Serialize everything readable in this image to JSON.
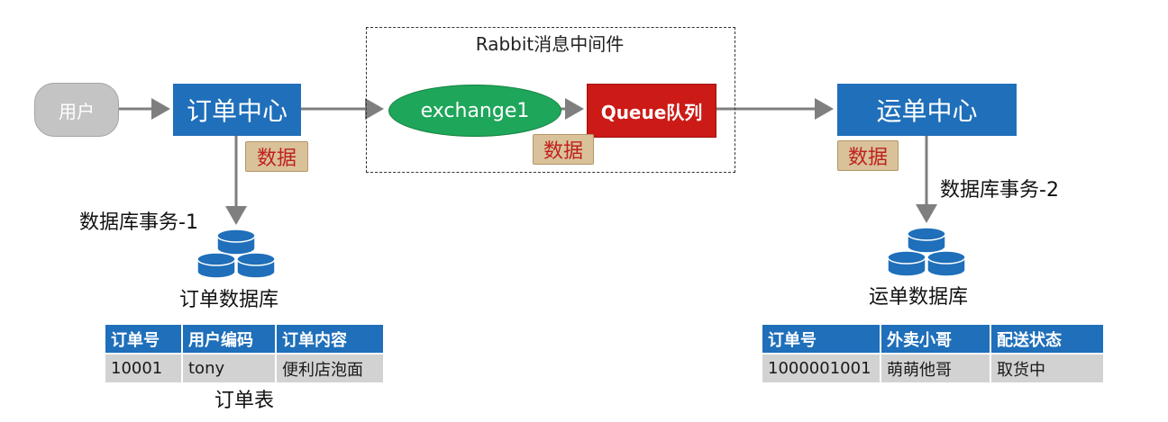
{
  "nodes": {
    "user": "用户",
    "order_center": "订单中心",
    "middleware_title": "Rabbit消息中间件",
    "exchange": "exchange1",
    "queue": "Queue队列",
    "ship_center": "运单中心"
  },
  "tags": {
    "order": "数据",
    "queue": "数据",
    "ship": "数据"
  },
  "labels": {
    "order_tx": "数据库事务-1",
    "ship_tx": "数据库事务-2",
    "order_db": "订单数据库",
    "ship_db": "运单数据库",
    "order_table_caption": "订单表"
  },
  "order_table": {
    "headers": [
      "订单号",
      "用户编码",
      "订单内容"
    ],
    "row": [
      "10001",
      "tony",
      "便利店泡面"
    ]
  },
  "ship_table": {
    "headers": [
      "订单号",
      "外卖小哥",
      "配送状态"
    ],
    "row": [
      "1000001001",
      "萌萌他哥",
      "取货中"
    ]
  },
  "colors": {
    "service_blue": "#1f6fba",
    "exchange_green": "#1ea65a",
    "queue_red": "#cc1a16",
    "tag_fill": "#d9c19a",
    "tag_text": "#c0211d",
    "arrow_gray": "#7f7f7f"
  }
}
